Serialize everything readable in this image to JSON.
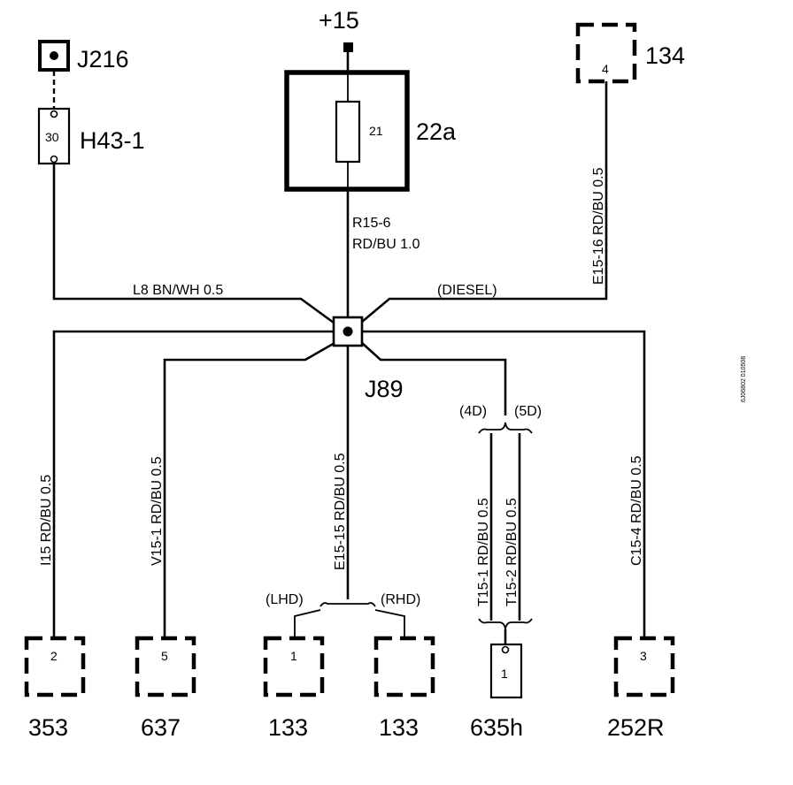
{
  "supply": {
    "label": "+15"
  },
  "fuse_box": {
    "id": "22a",
    "fuse": "21"
  },
  "splice": {
    "id": "J89"
  },
  "top_left": {
    "connector": "J216",
    "relay": "H43-1",
    "relay_pin": "30"
  },
  "top_right": {
    "connector": "134",
    "pin": "4"
  },
  "wires": {
    "r15_6_id": "R15-6",
    "r15_6_spec": "RD/BU   1.0",
    "l8": "L8   BN/WH    0.5",
    "diesel": "(DIESEL)",
    "e15_16": "E15-16   RD/BU   0.5",
    "i15": "I15   RD/BU   0.5",
    "v15_1": "V15-1   RD/BU   0.5",
    "e15_15": "E15-15   RD/BU   0.5",
    "t15_1": "T15-1   RD/BU   0.5",
    "t15_2": "T15-2   RD/BU   0.5",
    "c15_4": "C15-4   RD/BU   0.5"
  },
  "variants": {
    "lhd": "(LHD)",
    "rhd": "(RHD)",
    "d4": "(4D)",
    "d5": "(5D)"
  },
  "bottom": [
    {
      "connector": "353",
      "pin": "2"
    },
    {
      "connector": "637",
      "pin": "5"
    },
    {
      "connector": "133",
      "pin": "1"
    },
    {
      "connector": "133",
      "pin": ""
    },
    {
      "connector": "635h",
      "pin": "1"
    },
    {
      "connector": "252R",
      "pin": "3"
    }
  ],
  "ref_code": "6J06802 010508"
}
